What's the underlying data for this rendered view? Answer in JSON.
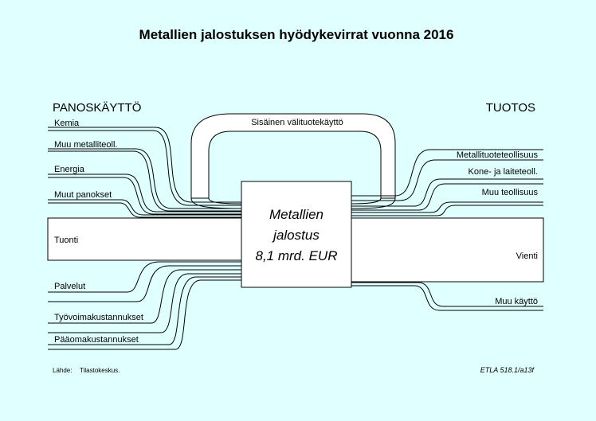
{
  "title": "Metallien jalostuksen hyödykevirrat vuonna 2016",
  "input_heading": "PANOSKÄYTTÖ",
  "output_heading": "TUOTOS",
  "center": {
    "line1": "Metallien",
    "line2": "jalostus",
    "line3": "8,1 mrd. EUR"
  },
  "internal_loop_label": "Sisäinen välituotekäyttö",
  "inputs": {
    "kemia": "Kemia",
    "muu_metalli": "Muu metalliteoll.",
    "energia": "Energia",
    "muut_panokset": "Muut panokset",
    "tuonti": "Tuonti",
    "palvelut": "Palvelut",
    "tyovoima": "Työvoimakustannukset",
    "paaoma": "Pääomakustannukset"
  },
  "outputs": {
    "metallituote": "Metallituoteteollisuus",
    "kone": "Kone- ja laiteteoll.",
    "muu_teollisuus": "Muu teollisuus",
    "vienti": "Vienti",
    "muu_kaytto": "Muu käyttö"
  },
  "source": {
    "label": "Lähde:",
    "value": "Tilastokeskus."
  },
  "reference": "ETLA 518.1/a13f"
}
